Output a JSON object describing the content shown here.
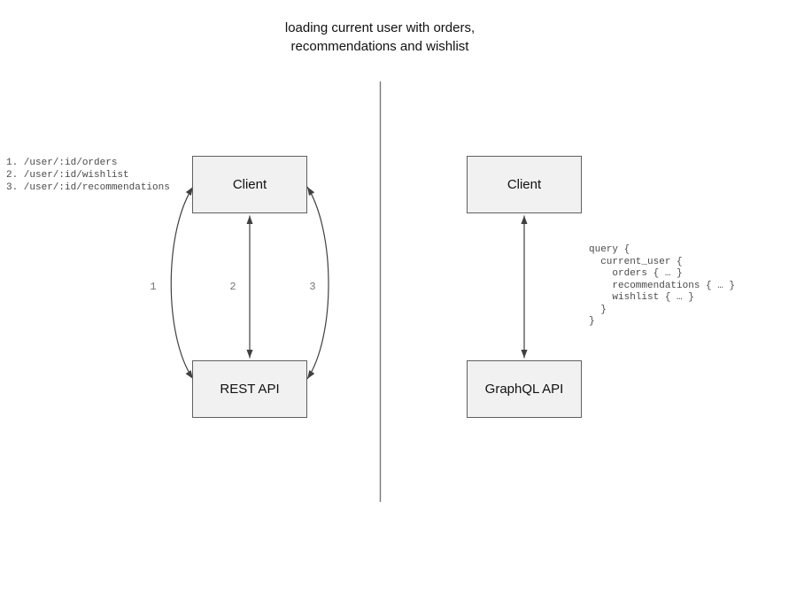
{
  "title": "loading current user with orders,\nrecommendations and wishlist",
  "left_panel": {
    "endpoints": [
      "1. /user/:id/orders",
      "2. /user/:id/wishlist",
      "3. /user/:id/recommendations"
    ],
    "client_label": "Client",
    "api_label": "REST API",
    "arrow_labels": [
      "1",
      "2",
      "3"
    ]
  },
  "right_panel": {
    "client_label": "Client",
    "api_label": "GraphQL API",
    "query_lines": [
      "query {",
      "  current_user {",
      "    orders { … }",
      "    recommendations { … }",
      "    wishlist { … }",
      "  }",
      "}"
    ]
  },
  "colors": {
    "background": "#ffffff",
    "box_fill": "#f1f1f1",
    "box_border": "#606060",
    "arrow": "#404040",
    "divider": "#787878",
    "code_text": "#4a4a4a",
    "label_text": "#111111",
    "number_text": "#757575"
  }
}
